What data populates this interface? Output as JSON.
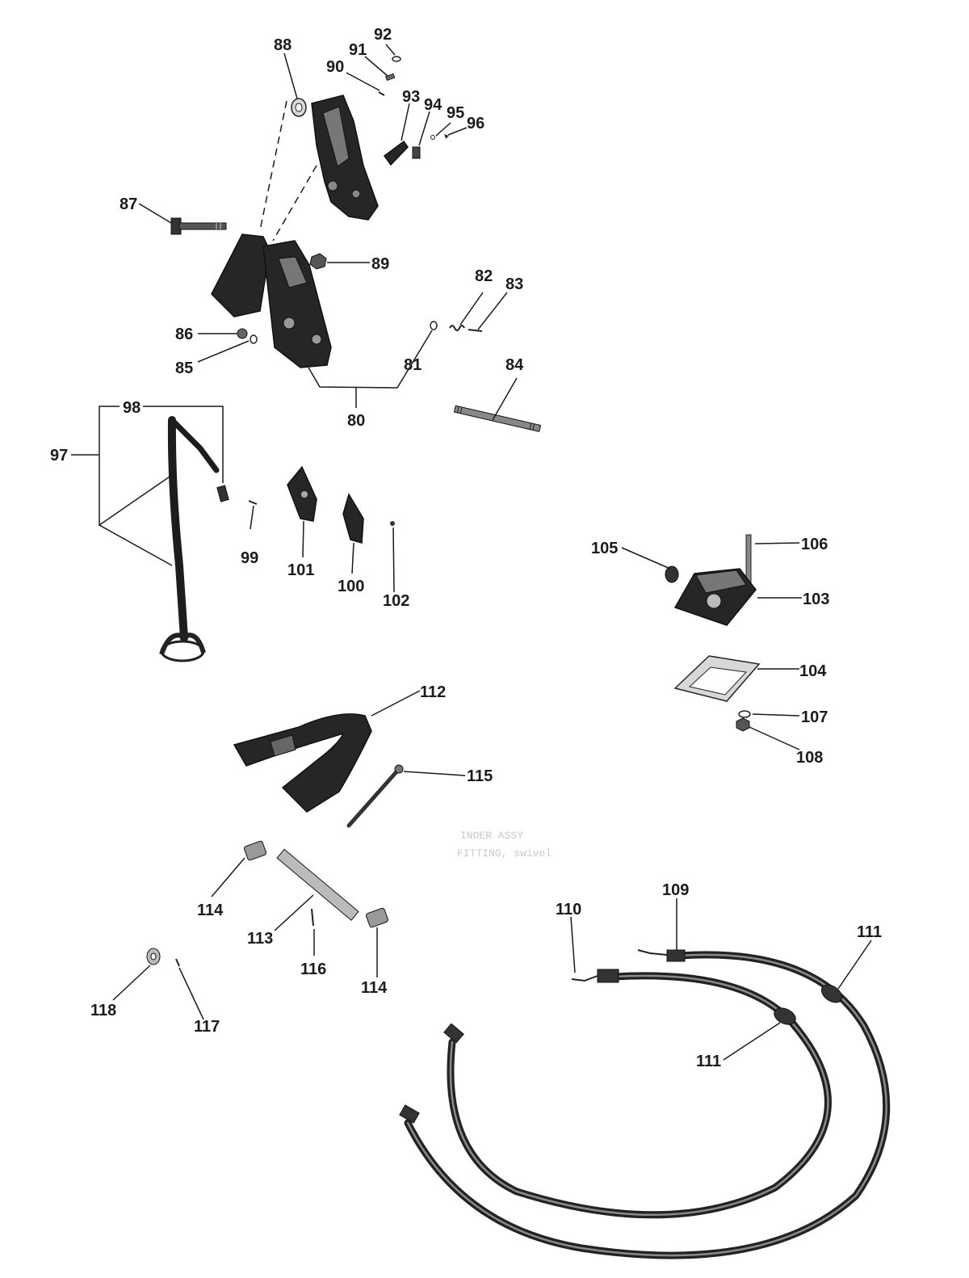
{
  "callouts": {
    "c80": "80",
    "c81": "81",
    "c82": "82",
    "c83": "83",
    "c84": "84",
    "c85": "85",
    "c86": "86",
    "c87": "87",
    "c88": "88",
    "c89": "89",
    "c90": "90",
    "c91": "91",
    "c92": "92",
    "c93": "93",
    "c94": "94",
    "c95": "95",
    "c96": "96",
    "c97": "97",
    "c98": "98",
    "c99": "99",
    "c100": "100",
    "c101": "101",
    "c102": "102",
    "c103": "103",
    "c104": "104",
    "c105": "105",
    "c106": "106",
    "c107": "107",
    "c108": "108",
    "c109": "109",
    "c110": "110",
    "c111a": "111",
    "c111b": "111",
    "c112": "112",
    "c113": "113",
    "c114a": "114",
    "c114b": "114",
    "c115": "115",
    "c116": "116",
    "c117": "117",
    "c118": "118"
  },
  "bleed_through_text": {
    "t1": "INDER ASSY",
    "t2": "FITTING, swivel"
  },
  "colors": {
    "ink": "#1b1b1b",
    "paper": "#ffffff",
    "bleed": "#c9c9c9"
  }
}
